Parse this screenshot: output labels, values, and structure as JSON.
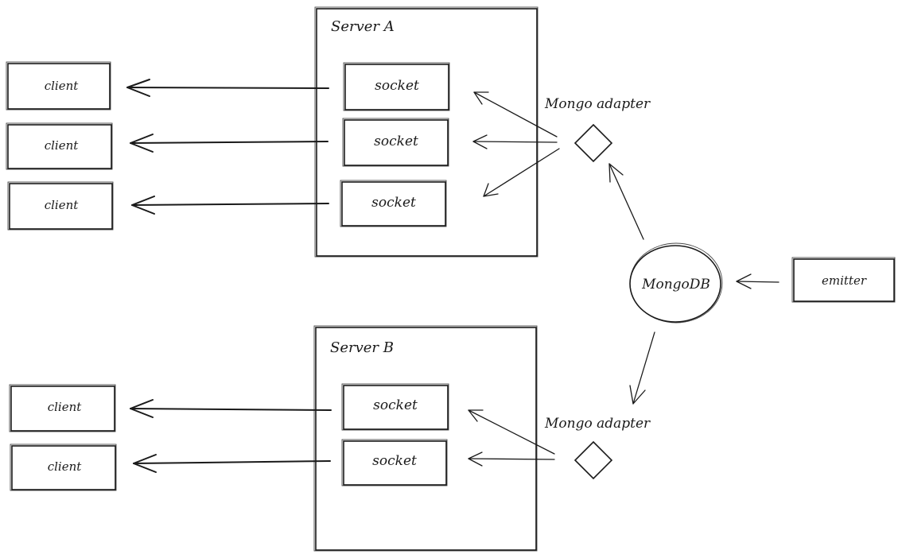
{
  "servers": {
    "a_title": "Server A",
    "b_title": "Server B"
  },
  "sockets": {
    "label": "socket"
  },
  "clients": {
    "label": "client"
  },
  "adapters": {
    "label": "Mongo adapter"
  },
  "database": {
    "label": "MongoDB"
  },
  "emitter": {
    "label": "emitter"
  },
  "colors": {
    "stroke": "#1a1a1a",
    "background": "#ffffff"
  }
}
